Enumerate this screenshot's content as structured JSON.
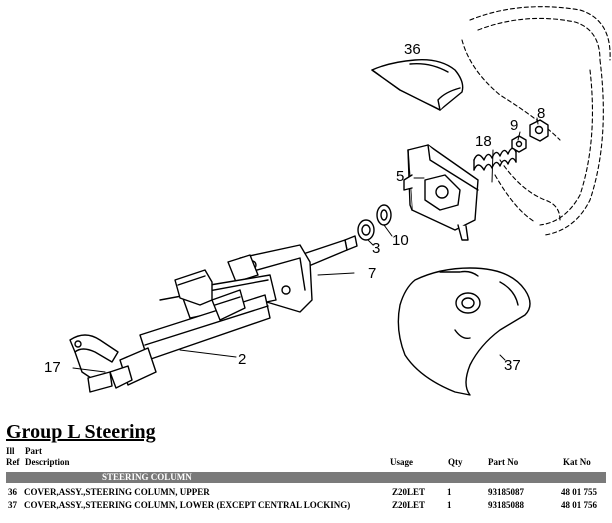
{
  "diagram": {
    "callouts": [
      "36",
      "8",
      "9",
      "18",
      "5",
      "3",
      "10",
      "7",
      "2",
      "17",
      "37"
    ]
  },
  "group": {
    "title": "Group L Steering"
  },
  "columns": {
    "ill": "Ill",
    "ref": "Ref",
    "part": "Part",
    "description": "Description",
    "usage": "Usage",
    "qty": "Qty",
    "part_no": "Part No",
    "kat_no": "Kat No"
  },
  "section": {
    "title": "STEERING COLUMN"
  },
  "rows": [
    {
      "ref": "36",
      "description": "COVER,ASSY.,STEERING COLUMN, UPPER",
      "usage": "Z20LET",
      "qty": "1",
      "part_no": "93185087",
      "kat_no": "48 01 755"
    },
    {
      "ref": "37",
      "description": "COVER,ASSY.,STEERING COLUMN, LOWER (EXCEPT CENTRAL LOCKING)",
      "usage": "Z20LET",
      "qty": "1",
      "part_no": "93185088",
      "kat_no": "48 01 756"
    }
  ]
}
